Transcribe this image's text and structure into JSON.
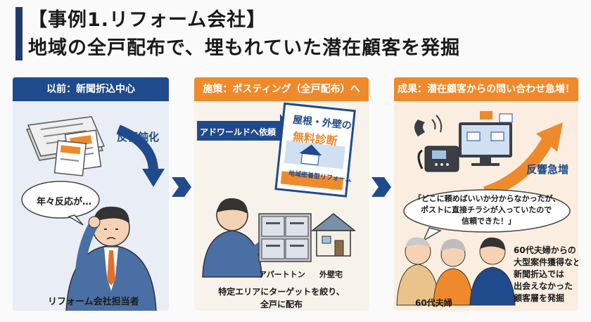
{
  "header": {
    "title_line1": "【事例1.リフォーム会社】",
    "title_line2": "地域の全戸配布で、埋もれていた潜在顧客を発掘"
  },
  "panel_before": {
    "header": "以前：新聞折込中心",
    "reaction_label": "反響鈍化",
    "speech": "年々反応が…",
    "person_caption": "リフォーム会社担当者"
  },
  "panel_measure": {
    "header": "施策：ポスティング（全戸配布）へ",
    "request_label": "アドワールドへ依頼",
    "flyer_title1": "屋根・外壁の",
    "flyer_title2": "無料診断",
    "flyer_sub": "地域密着型リフォーム",
    "apartment_label": "アパートトン",
    "house_label": "外壁宅",
    "caption_line1": "特定エリアにターゲットを絞り、",
    "caption_line2": "全戸に配布"
  },
  "panel_result": {
    "header": "成果：潜在顧客からの問い合わせ急増！",
    "surge_label": "反響急増",
    "quote_line1": "「どこに頼めばいいか分からなかったが、",
    "quote_line2": "ポストに直接チラシが入っていたので",
    "quote_line3": "信頼できた！」",
    "couple_label": "60代夫婦",
    "result_line1": "60代夫婦からの",
    "result_line2": "大型案件獲得など、",
    "result_line3": "新聞折込では",
    "result_line4": "出会えなかった",
    "result_line5": "顧客層を発掘"
  },
  "colors": {
    "navy": "#1f4a8c",
    "orange": "#ef8a2c",
    "panel_blue": "#e9eef6",
    "panel_cream": "#f7f2ea",
    "panel_peach": "#fbeee0"
  }
}
